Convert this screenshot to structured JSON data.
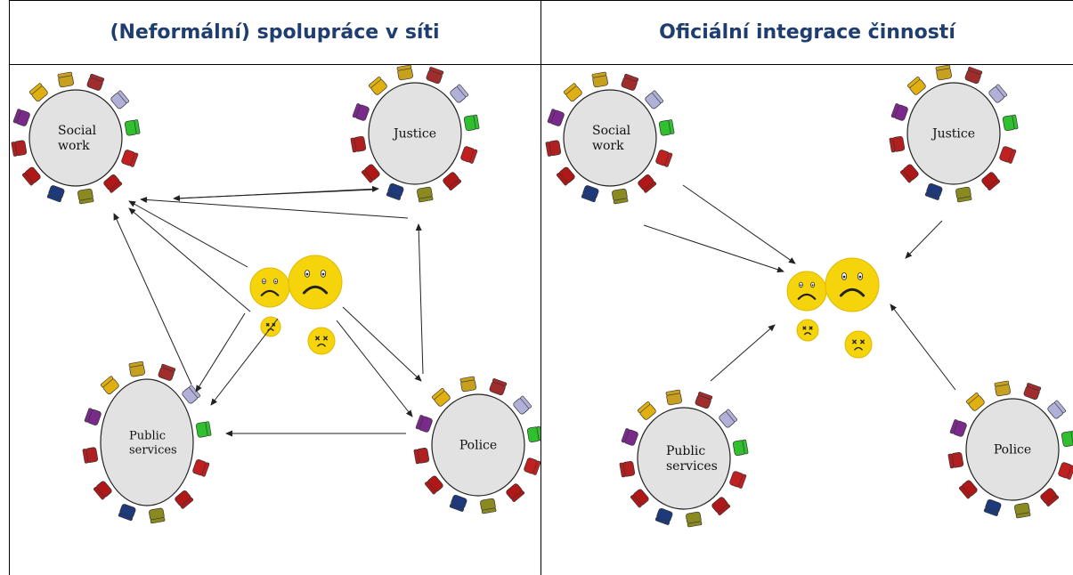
{
  "headers": {
    "left": "(Neformální) spolupráce v síti",
    "right": "Oficiální integrace činností"
  },
  "left_panel": {
    "tables": {
      "social": [
        "Social",
        "work"
      ],
      "justice": [
        "Justice"
      ],
      "public": [
        "Public",
        "services"
      ],
      "police": [
        "Police"
      ]
    }
  },
  "right_panel": {
    "tables": {
      "social": [
        "Social",
        "work"
      ],
      "justice": [
        "Justice"
      ],
      "public": [
        "Public",
        "services"
      ],
      "police": [
        "Police"
      ]
    }
  },
  "colors": {
    "header_text": "#1f3d6e",
    "table_fill": "#e2e2e2",
    "face_fill": "#f6d40c",
    "chairs": [
      "#a02c2c",
      "#b0b0d8",
      "#2fbf2f",
      "#c02020",
      "#b01818",
      "#8a8a20",
      "#1e3a7a",
      "#b01818",
      "#b02020",
      "#7a2a8a",
      "#e0b010",
      "#c8a020"
    ]
  }
}
